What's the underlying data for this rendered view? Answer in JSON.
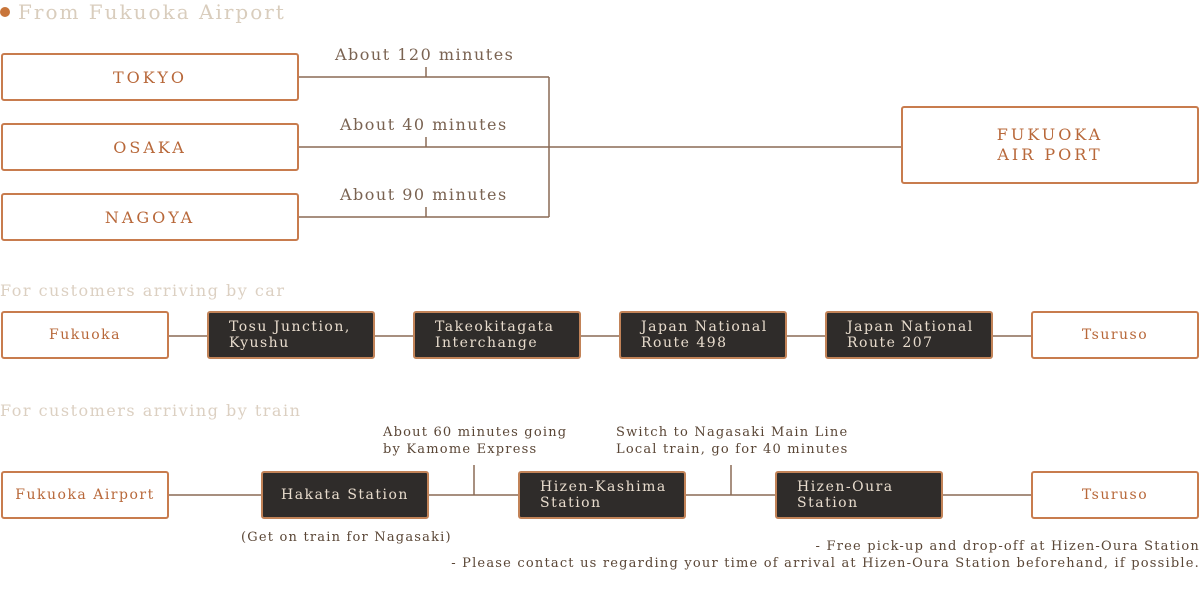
{
  "section_air": {
    "heading": "From Fukuoka Airport",
    "origins": [
      {
        "label": "TOKYO",
        "time": "About 120 minutes"
      },
      {
        "label": "OSAKA",
        "time": "About 40 minutes"
      },
      {
        "label": "NAGOYA",
        "time": "About 90 minutes"
      }
    ],
    "destination": {
      "line1": "FUKUOKA",
      "line2": "AIR PORT"
    }
  },
  "section_car": {
    "heading": "For customers arriving by car",
    "stops": [
      "Fukuoka",
      "Tosu Junction, Kyushu",
      "Takeokitagata Interchange",
      "Japan National Route 498",
      "Japan National Route 207",
      "Tsuruso"
    ]
  },
  "section_train": {
    "heading": "For customers arriving by train",
    "stops": [
      "Fukuoka Airport",
      "Hakata Station",
      "Hizen-Kashima Station",
      "Hizen-Oura Station",
      "Tsuruso"
    ],
    "note_hakata": "(Get on train for Nagasaki)",
    "note_express": "About 60 minutes going\nby Kamome Express",
    "note_local": "Switch to Nagasaki Main Line\nLocal train, go for 40 minutes",
    "footnotes": [
      "- Free pick-up and drop-off at Hizen-Oura Station",
      "- Please contact us regarding your time of arrival at Hizen-Oura Station beforehand, if possible."
    ]
  },
  "colors": {
    "accent": "#c87c4e",
    "dark_box": "#2f2c2a",
    "line": "#8a6a55"
  }
}
